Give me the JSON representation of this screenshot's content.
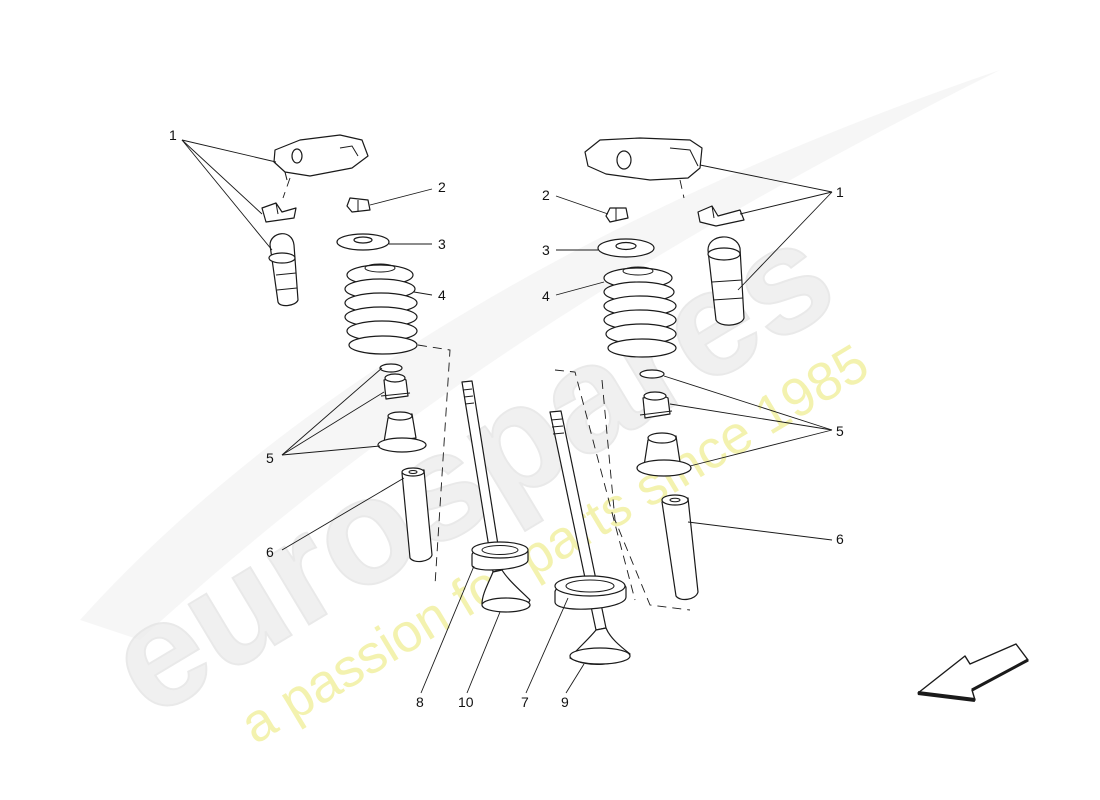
{
  "watermark": {
    "logo_text": "eurospares",
    "tagline": "a passion for parts since 1985"
  },
  "callouts": {
    "left_1": "1",
    "left_2": "2",
    "left_3": "3",
    "left_4": "4",
    "left_5": "5",
    "left_6": "6",
    "right_1": "1",
    "right_2": "2",
    "right_3": "3",
    "right_4": "4",
    "right_5": "5",
    "right_6": "6",
    "bottom_8": "8",
    "bottom_10": "10",
    "bottom_7": "7",
    "bottom_9": "9"
  }
}
